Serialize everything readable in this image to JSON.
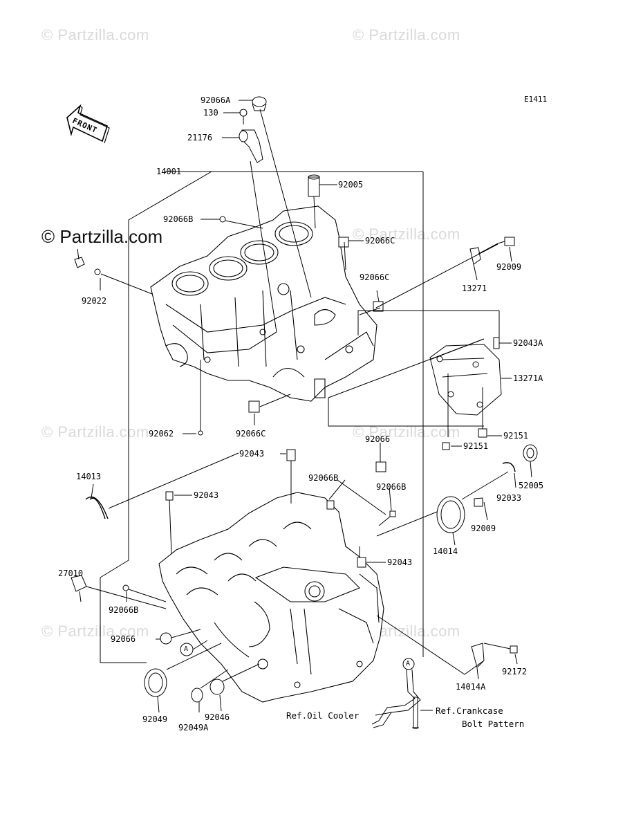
{
  "diagram_code": "E1411",
  "front_label": "FRONT",
  "watermarks": {
    "faint": "© Partzilla.com",
    "main": "© Partzilla.com"
  },
  "callout_letter": "A",
  "refs": {
    "oil_cooler": "Ref.Oil Cooler",
    "crankcase_line1": "Ref.Crankcase",
    "crankcase_line2": "Bolt Pattern"
  },
  "parts": [
    {
      "id": "p1",
      "label": "92066A"
    },
    {
      "id": "p2",
      "label": "130"
    },
    {
      "id": "p3",
      "label": "21176"
    },
    {
      "id": "p4",
      "label": "14001"
    },
    {
      "id": "p5",
      "label": "92005"
    },
    {
      "id": "p6",
      "label": "92066B"
    },
    {
      "id": "p7",
      "label": "92066C"
    },
    {
      "id": "p8",
      "label": "92009"
    },
    {
      "id": "p9",
      "label": "92022"
    },
    {
      "id": "p10",
      "label": "13271"
    },
    {
      "id": "p11",
      "label": "92066C"
    },
    {
      "id": "p12",
      "label": "92043A"
    },
    {
      "id": "p13",
      "label": "13271A"
    },
    {
      "id": "p14",
      "label": "92062"
    },
    {
      "id": "p15",
      "label": "92066C"
    },
    {
      "id": "p16",
      "label": "92066"
    },
    {
      "id": "p17",
      "label": "92151"
    },
    {
      "id": "p18",
      "label": "92043"
    },
    {
      "id": "p19",
      "label": "92151"
    },
    {
      "id": "p20",
      "label": "14013"
    },
    {
      "id": "p21",
      "label": "92066B"
    },
    {
      "id": "p22",
      "label": "52005"
    },
    {
      "id": "p23",
      "label": "92066B"
    },
    {
      "id": "p24",
      "label": "92043"
    },
    {
      "id": "p25",
      "label": "92033"
    },
    {
      "id": "p26",
      "label": "92009"
    },
    {
      "id": "p27",
      "label": "14014"
    },
    {
      "id": "p28",
      "label": "27010"
    },
    {
      "id": "p29",
      "label": "92043"
    },
    {
      "id": "p30",
      "label": "92066B"
    },
    {
      "id": "p31",
      "label": "92066"
    },
    {
      "id": "p32",
      "label": "92172"
    },
    {
      "id": "p33",
      "label": "14014A"
    },
    {
      "id": "p34",
      "label": "92049"
    },
    {
      "id": "p35",
      "label": "92046"
    },
    {
      "id": "p36",
      "label": "92049A"
    }
  ]
}
